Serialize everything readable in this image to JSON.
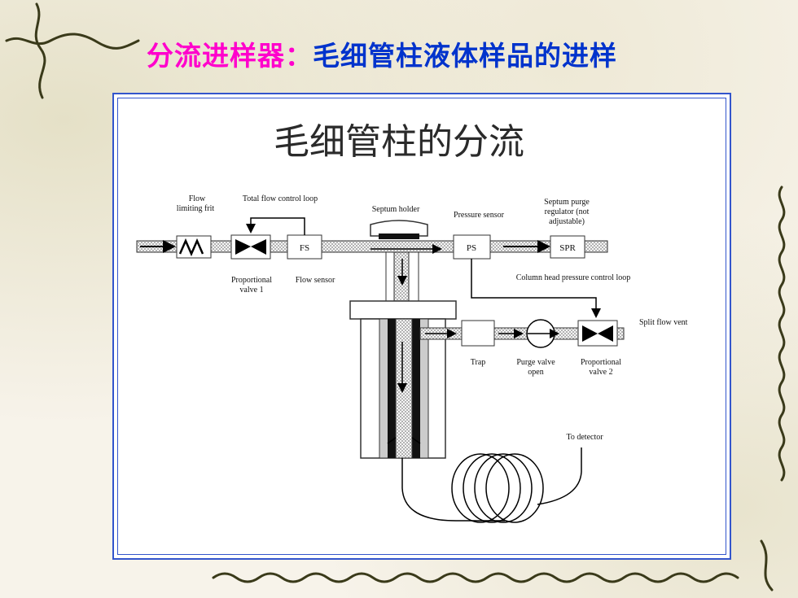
{
  "slide": {
    "title_part1": "分流进样器：",
    "title_part2": "毛细管柱液体样品的进样"
  },
  "diagram": {
    "heading": "毛细管柱的分流",
    "labels": {
      "flow_limiting_frit_1": "Flow",
      "flow_limiting_frit_2": "limiting  frit",
      "total_flow_loop": "Total flow control loop",
      "septum_holder": "Septum holder",
      "pressure_sensor": "Pressure sensor",
      "septum_purge_1": "Septum purge",
      "septum_purge_2": "regulator (not",
      "septum_purge_3": "adjustable)",
      "proportional_valve1_1": "Proportional",
      "proportional_valve1_2": "valve 1",
      "flow_sensor": "Flow sensor",
      "column_head_loop": "Column head pressure control loop",
      "split_flow_vent": "Split flow vent",
      "trap": "Trap",
      "purge_valve_1": "Purge valve",
      "purge_valve_2": "open",
      "proportional_valve2_1": "Proportional",
      "proportional_valve2_2": "valve 2",
      "to_detector": "To detector"
    },
    "boxes": {
      "fs": "FS",
      "ps": "PS",
      "spr": "SPR"
    }
  }
}
